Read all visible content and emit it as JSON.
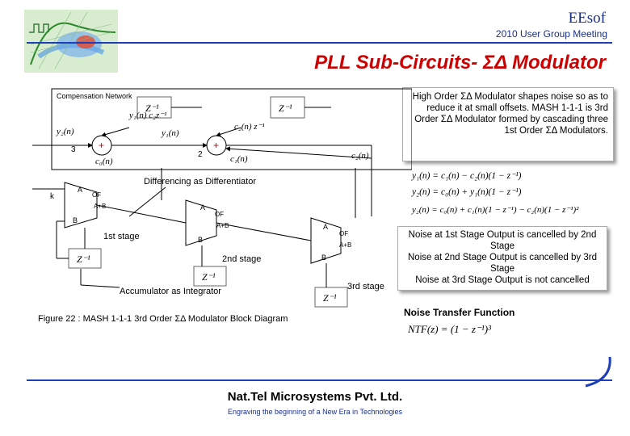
{
  "header": {
    "brand": "EEsof",
    "meeting": "2010 User Group Meeting",
    "title": "PLL Sub-Circuits- ΣΔ Modulator"
  },
  "callout_top": {
    "text": "High Order ΣΔ Modulator shapes noise so as to reduce it at small offsets. MASH 1-1-1 is 3rd Order ΣΔ Modulator formed by cascading three 1st Order ΣΔ Modulators."
  },
  "diagram": {
    "compensation_label": "Compensation Network",
    "differencing_label": "Differencing as Differentiator",
    "accumulator_label": "Accumulator as Integrator",
    "stage1": "1st stage",
    "stage2": "2nd stage",
    "stage3": "3rd stage",
    "delay": "Z⁻¹",
    "input_k": "k",
    "num3": "3",
    "num2": "2",
    "adder_A": "A",
    "adder_B": "B",
    "adder_out": "A+B",
    "adder_of": "OF"
  },
  "equations": [
    "y₁(n) = c₁(n) − c₂(n)(1 − z⁻¹)",
    "y₂(n) = c₀(n) + y₁(n)(1 − z⁻¹)",
    "y₂(n) = c₀(n) + c₁(n)(1 − z⁻¹) − c₂(n)(1 − z⁻¹)²"
  ],
  "callout_noise": {
    "line1": "Noise at 1st Stage Output is cancelled by 2nd Stage",
    "line2": "Noise at 2nd Stage Output is cancelled by 3rd Stage",
    "line3": "Noise at 3rd Stage Output is not cancelled"
  },
  "caption": "Figure 22 : MASH 1-1-1 3rd Order ΣΔ Modulator Block Diagram",
  "ntf": {
    "title": "Noise Transfer Function",
    "formula": "NTF(z) = (1 − z⁻¹)³"
  },
  "footer": {
    "company": "Nat.Tel Microsystems Pvt. Ltd.",
    "tagline": "Engraving the beginning of a New Era in Technologies"
  }
}
